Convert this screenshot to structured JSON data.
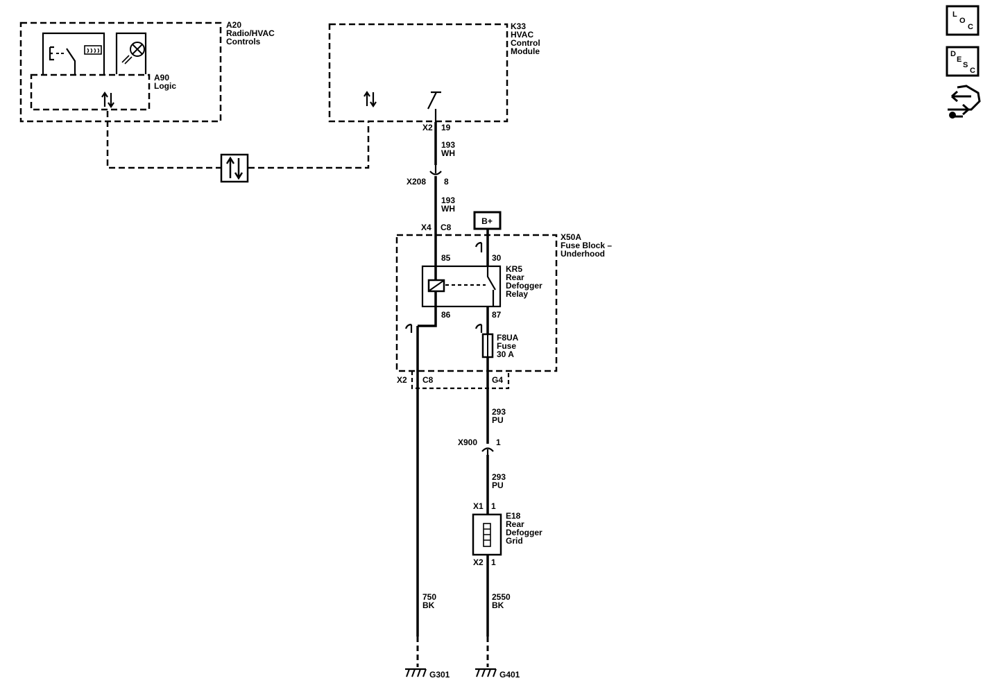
{
  "components": {
    "a20": {
      "id": "A20",
      "line1": "Radio/HVAC",
      "line2": "Controls"
    },
    "a90": {
      "id": "A90",
      "line1": "Logic"
    },
    "k33": {
      "id": "K33",
      "line1": "HVAC",
      "line2": "Control",
      "line3": "Module"
    },
    "x50a": {
      "id": "X50A",
      "line1": "Fuse Block –",
      "line2": "Underhood"
    },
    "kr5": {
      "id": "KR5",
      "line1": "Rear",
      "line2": "Defogger",
      "line3": "Relay",
      "pin85": "85",
      "pin86": "86",
      "pin30": "30",
      "pin87": "87"
    },
    "f8ua": {
      "id": "F8UA",
      "line1": "Fuse",
      "line2": "30 A"
    },
    "e18": {
      "id": "E18",
      "line1": "Rear",
      "line2": "Defogger",
      "line3": "Grid"
    },
    "battery": {
      "label": "B+"
    }
  },
  "connectors": {
    "k33_x2": {
      "name": "X2",
      "pin": "19"
    },
    "x208": {
      "name": "X208",
      "pin": "8"
    },
    "x50a_x4": {
      "name": "X4",
      "pin": "C8"
    },
    "x50a_x2": {
      "name": "X2",
      "pin_a": "C8",
      "pin_b": "G4"
    },
    "x900": {
      "name": "X900",
      "pin": "1"
    },
    "e18_x1": {
      "name": "X1",
      "pin": "1"
    },
    "e18_x2": {
      "name": "X2",
      "pin": "1"
    }
  },
  "wires": {
    "w193a": {
      "circuit": "193",
      "color": "WH"
    },
    "w193b": {
      "circuit": "193",
      "color": "WH"
    },
    "w293a": {
      "circuit": "293",
      "color": "PU"
    },
    "w293b": {
      "circuit": "293",
      "color": "PU"
    },
    "w750": {
      "circuit": "750",
      "color": "BK"
    },
    "w2550": {
      "circuit": "2550",
      "color": "BK"
    }
  },
  "grounds": {
    "g301": "G301",
    "g401": "G401"
  },
  "nav": {
    "loc": {
      "l1": "L",
      "l2": "O",
      "l3": "C"
    },
    "desc": {
      "l1": "D",
      "l2": "E",
      "l3": "S",
      "l4": "C"
    }
  }
}
